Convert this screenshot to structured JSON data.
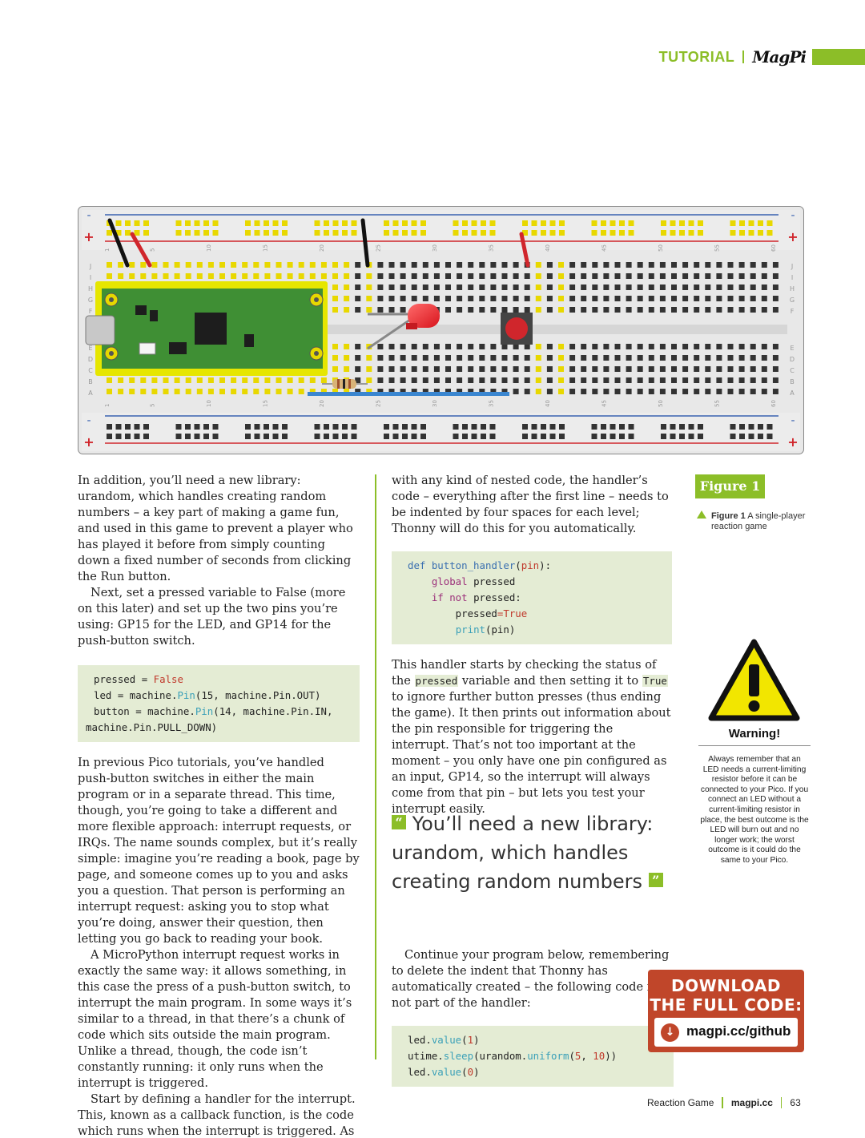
{
  "header": {
    "section": "TUTORIAL",
    "logo": "MagPi"
  },
  "figure": {
    "label": "Figure 1",
    "caption_bold": "Figure 1",
    "caption": " A single-player reaction game",
    "ruler_numbers": [
      "1",
      "5",
      "10",
      "15",
      "20",
      "25",
      "30",
      "35",
      "40",
      "45",
      "50",
      "55",
      "60"
    ],
    "row_letters_top": [
      "J",
      "I",
      "H",
      "G",
      "F"
    ],
    "row_letters_bottom": [
      "E",
      "D",
      "C",
      "B",
      "A"
    ],
    "rail_minus": "-",
    "rail_plus": "+"
  },
  "col1": {
    "p1": "In addition, you’ll need a new library: urandom, which handles creating random numbers – a key part of making a game fun, and used in this game to prevent a player who has played it before from simply counting down a fixed number of seconds from clicking the Run button.",
    "p2": "Next, set a pressed variable to False (more on this later) and set up the two pins you’re using: GP15 for the LED, and GP14 for the push-button switch.",
    "p3": "In previous Pico tutorials, you’ve handled push-button switches in either the main program or in a separate thread. This time, though, you’re going to take a different and more flexible approach: interrupt requests, or IRQs. The name sounds complex, but it’s really simple: imagine you’re reading a book, page by page, and someone comes up to you and asks you a question. That person is performing an interrupt request: asking you to stop what you’re doing, answer their question, then letting you go back to reading your book.",
    "p4": "A MicroPython interrupt request works in exactly the same way: it allows something, in this case the press of a push-button switch, to interrupt the main program. In some ways it’s similar to a thread, in that there’s a chunk of code which sits outside the main program. Unlike a thread, though, the code isn’t constantly running: it only runs when the interrupt is triggered.",
    "p5": "Start by defining a handler for the interrupt. This, known as a callback function, is the code which runs when the interrupt is triggered. As"
  },
  "code1": [
    [
      "pressed ",
      "= ",
      "False"
    ],
    [
      "led ",
      "= machine.",
      "Pin",
      "(",
      "15",
      ", machine.Pin.OUT)"
    ],
    [
      "button ",
      "= machine.",
      "Pin",
      "(",
      "14",
      ", machine.Pin.IN,"
    ],
    [
      "machine.Pin.PULL_DOWN)"
    ]
  ],
  "col2": {
    "p1": "with any kind of nested code, the handler’s code – everything after the first line – needs to be indented by four spaces for each level; Thonny will do this for you automatically.",
    "p2_a": "This handler starts by checking the status of the ",
    "p2_code1": "pressed",
    "p2_b": " variable and then setting it to ",
    "p2_code2": "True",
    "p2_c": " to ignore further button presses (thus ending the game). It then prints out information about the pin responsible for triggering the interrupt. That’s not too important at the moment – you only have one pin configured as an input, GP14, so the interrupt will always come from that pin – but lets you test your interrupt easily.",
    "p3": "Continue your program below, remembering to delete the indent that Thonny has automatically created – the following code is not part of the handler:"
  },
  "code2": [
    [
      "def ",
      "button_handler",
      "(",
      "pin",
      "):"
    ],
    [
      "    ",
      "global ",
      "pressed"
    ],
    [
      "    ",
      "if not ",
      "pressed:"
    ],
    [
      "        pressed",
      "=",
      "True"
    ],
    [
      "        ",
      "print",
      "(pin)"
    ]
  ],
  "code3": [
    [
      "led.",
      "value",
      "(",
      "1",
      ")"
    ],
    [
      "utime.",
      "sleep",
      "(urandom.",
      "uniform",
      "(",
      "5",
      ", ",
      "10",
      "))"
    ],
    [
      "led.",
      "value",
      "(",
      "0",
      ")"
    ]
  ],
  "quote": {
    "open": "“",
    "text": "You’ll need a new library: urandom, which handles creating random numbers",
    "close": "”"
  },
  "warning": {
    "title": "Warning!",
    "text": "Always remember that an LED needs a current-limiting resistor before it can be connected to your Pico. If you connect an LED without a current-limiting resistor in place, the best outcome is the LED will burn out and no longer work; the worst outcome is it could do the same to your Pico.",
    "colors": {
      "fill": "#f2e600",
      "stroke": "#111111"
    }
  },
  "download": {
    "line1": "DOWNLOAD",
    "line2": "THE FULL CODE:",
    "icon": "download-arrow-icon",
    "url": "magpi.cc/github",
    "color": "#c0462a"
  },
  "footer": {
    "title": "Reaction Game",
    "site": "magpi.cc",
    "page": "63"
  },
  "colors": {
    "accent": "#8cbe28",
    "code_bg": "#e4ecd4"
  }
}
